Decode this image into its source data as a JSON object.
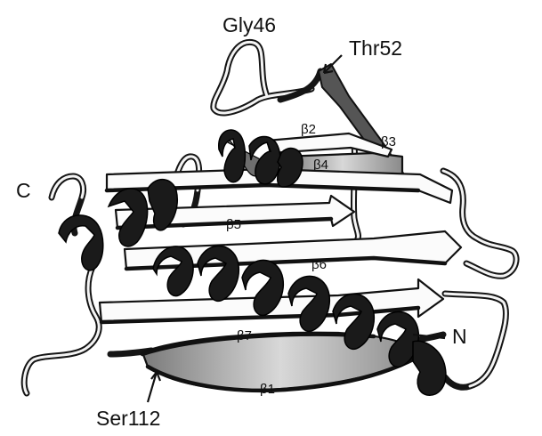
{
  "labels": {
    "gly46": "Gly46",
    "thr52": "Thr52",
    "c_terminus": "C",
    "n_terminus": "N",
    "ser112": "Ser112",
    "beta1": "β1",
    "beta2": "β2",
    "beta3": "β3",
    "beta4": "β4",
    "beta5": "β5",
    "beta6": "β6",
    "beta7": "β7"
  },
  "colors": {
    "ink": "#111111",
    "helix": "#1a1a1a",
    "strand_fill": "#fbfbfb",
    "strand_shaded": "#b9b9b9",
    "background": "#ffffff"
  }
}
